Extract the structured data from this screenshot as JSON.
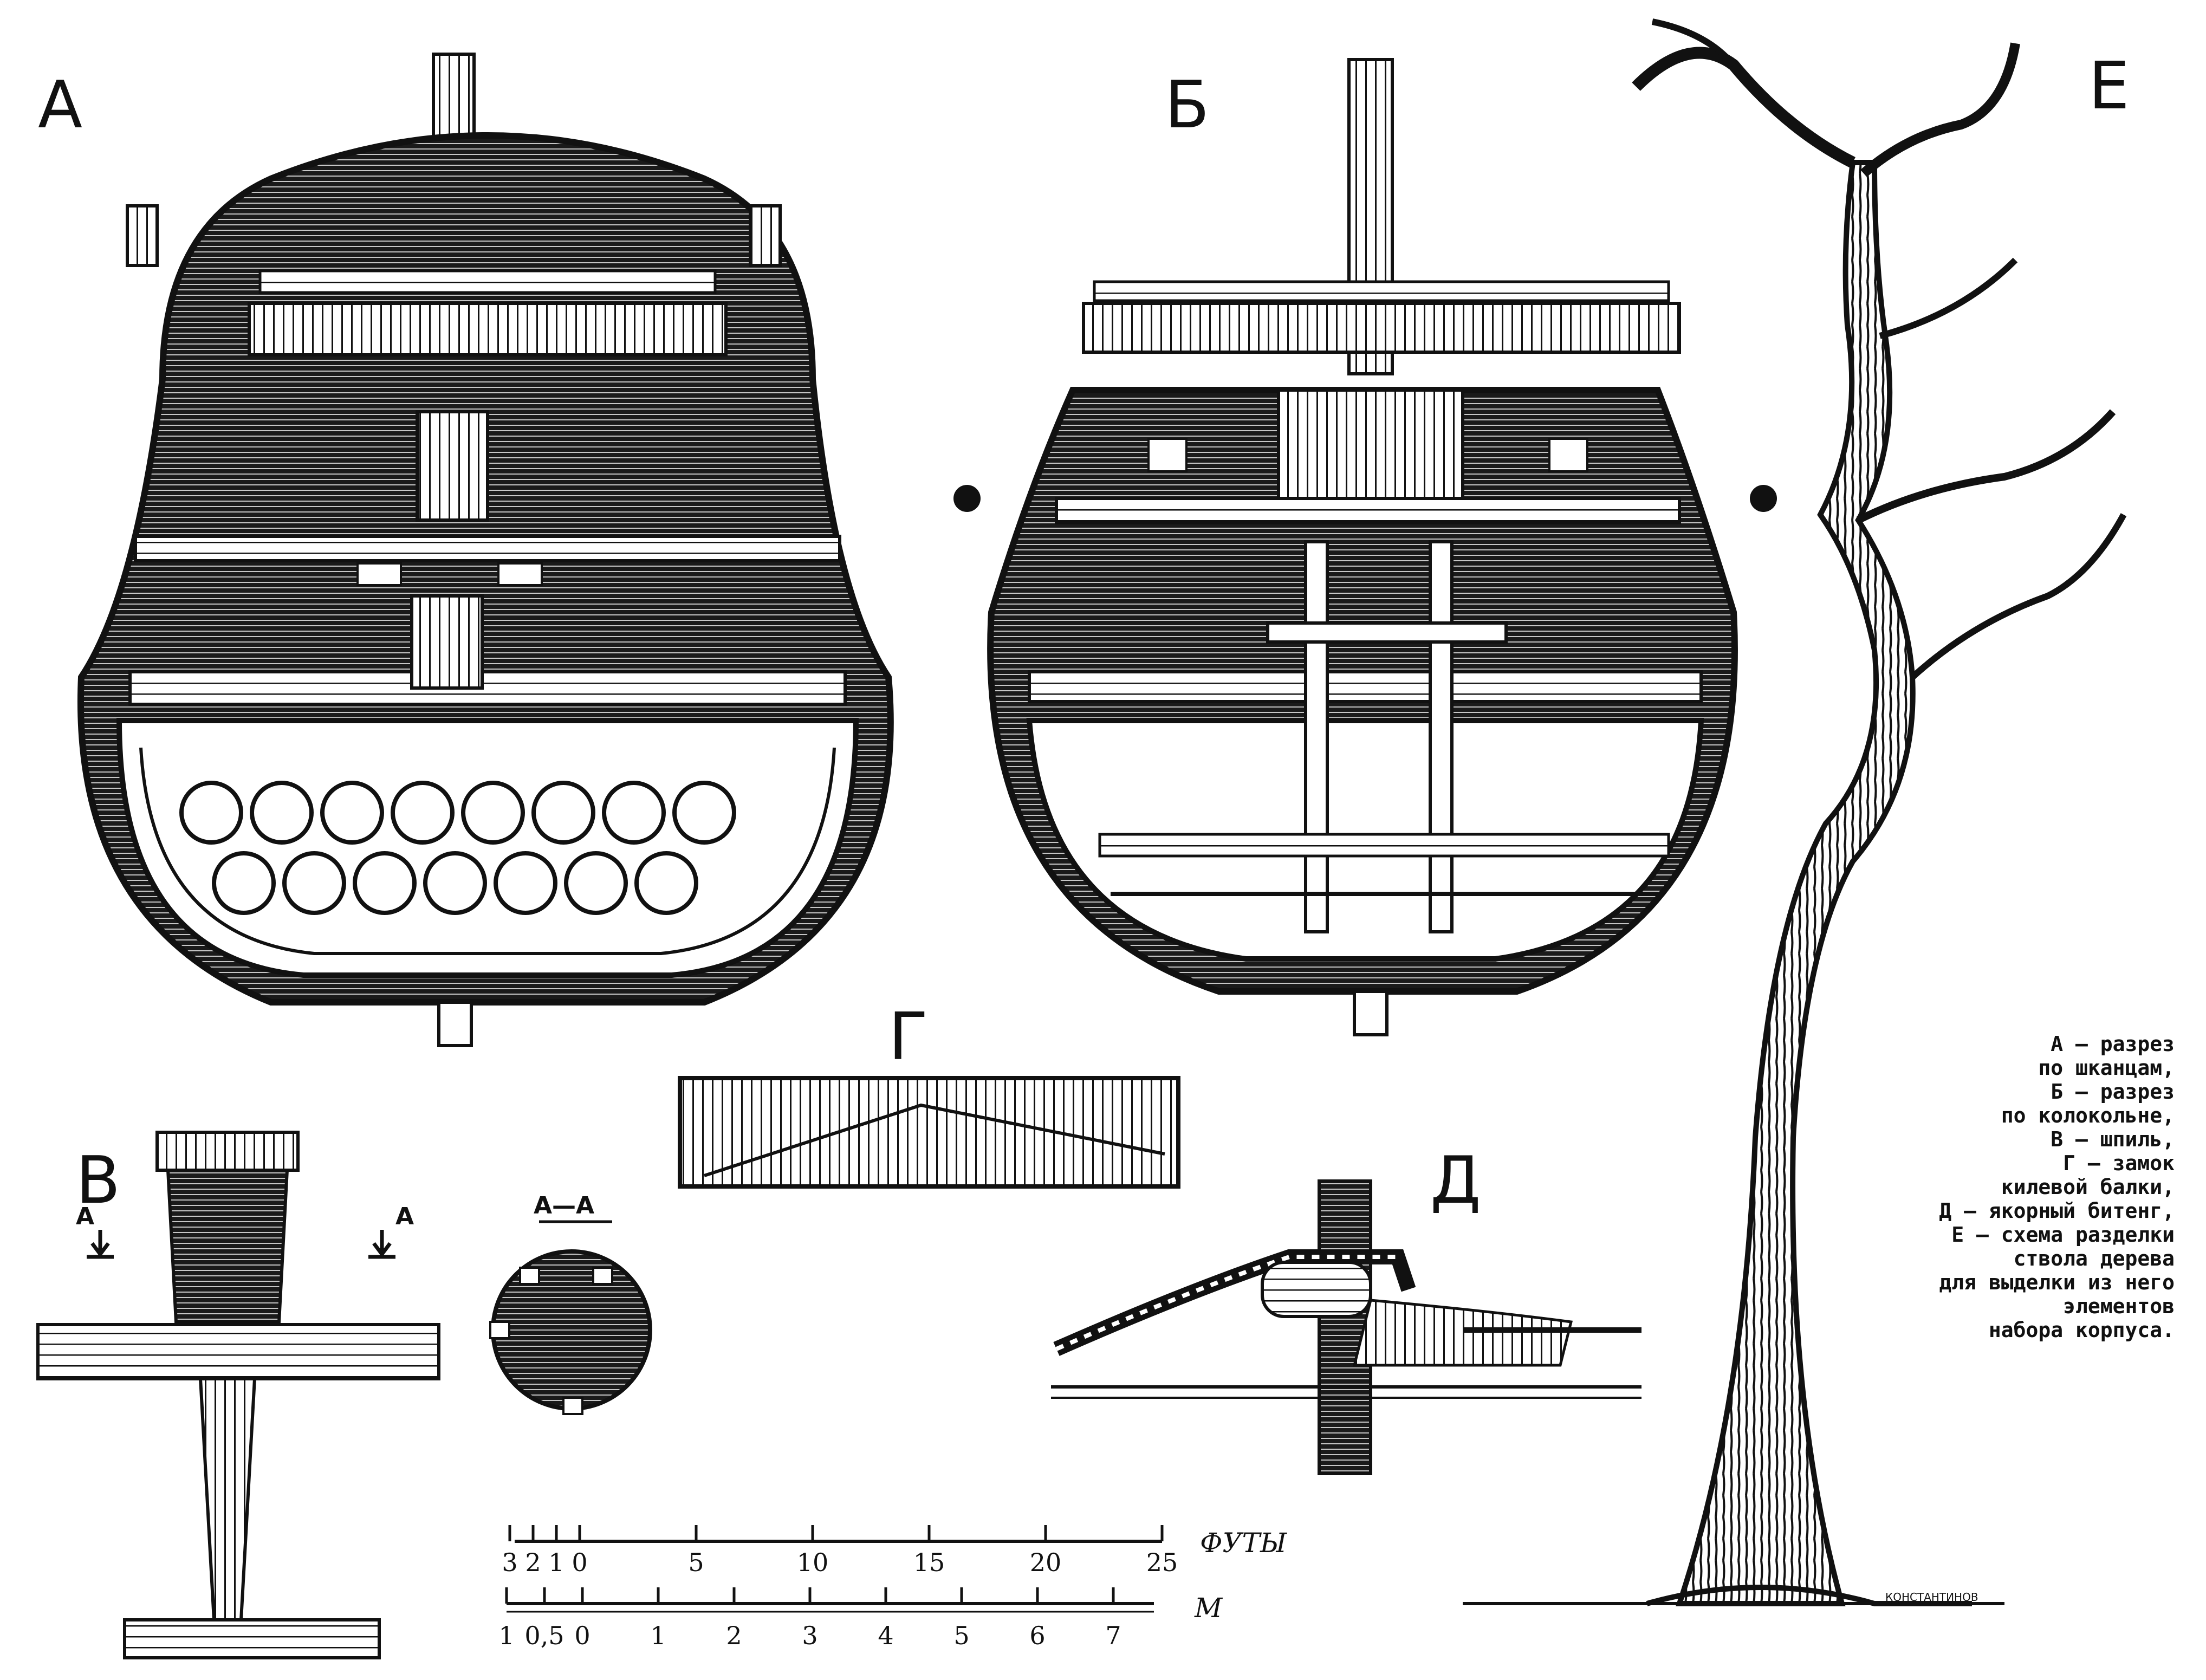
{
  "labels": {
    "a": "А",
    "b": "Б",
    "v": "В",
    "g": "Г",
    "d": "Д",
    "e": "Е",
    "section": "А—А",
    "arrow_left": "А",
    "arrow_right": "А"
  },
  "legend": [
    "А — разрез",
    "по шканцам,",
    "Б — разрез",
    "по колокольне,",
    "В — шпиль,",
    "Г — замок",
    "килевой балки,",
    "Д — якорный битенг,",
    "Е — схема разделки",
    "ствола дерева",
    "для выделки из него",
    "элементов",
    "набора корпуса."
  ],
  "scale_feet": {
    "unit": "ФУТЫ",
    "ticks": [
      {
        "label": "3",
        "value": -3
      },
      {
        "label": "2",
        "value": -2
      },
      {
        "label": "1",
        "value": -1
      },
      {
        "label": "0",
        "value": 0
      },
      {
        "label": "5",
        "value": 5
      },
      {
        "label": "10",
        "value": 10
      },
      {
        "label": "15",
        "value": 15
      },
      {
        "label": "20",
        "value": 20
      },
      {
        "label": "25",
        "value": 25
      }
    ]
  },
  "scale_m": {
    "unit": "М",
    "ticks": [
      {
        "label": "1",
        "value": -1
      },
      {
        "label": "0,5",
        "value": -0.5
      },
      {
        "label": "0",
        "value": 0
      },
      {
        "label": "1",
        "value": 1
      },
      {
        "label": "2",
        "value": 2
      },
      {
        "label": "3",
        "value": 3
      },
      {
        "label": "4",
        "value": 4
      },
      {
        "label": "5",
        "value": 5
      },
      {
        "label": "6",
        "value": 6
      },
      {
        "label": "7",
        "value": 7
      }
    ]
  },
  "signature": "КОНСТАНТИНОВ"
}
